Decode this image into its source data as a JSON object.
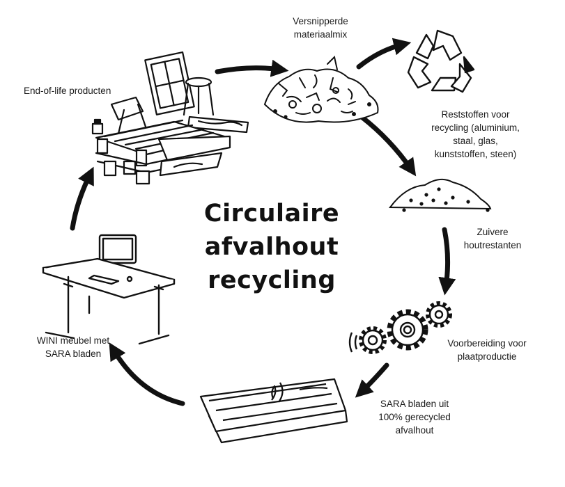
{
  "title_line1": "Circulaire",
  "title_line2": "afvalhout recycling",
  "steps": [
    {
      "name": "end-of-life",
      "label": "End-of-life producten"
    },
    {
      "name": "shredded-mix",
      "label": "Versnipperde\nmateriaalmix"
    },
    {
      "name": "residuals",
      "label": "Reststoffen voor\nrecycling (aluminium,\nstaal, glas,\nkunststoffen, steen)"
    },
    {
      "name": "pure-wood",
      "label": "Zuivere\nhoutrestanten"
    },
    {
      "name": "preparation",
      "label": "Voorbereiding voor\nplaatproductie"
    },
    {
      "name": "sara-panels",
      "label": "SARA bladen uit\n100% gerecycled\nafvalhout"
    },
    {
      "name": "wini-furniture",
      "label": "WINI meubel met\nSARA bladen"
    }
  ],
  "colors": {
    "ink": "#111111",
    "background": "#ffffff"
  },
  "icons": [
    "wood-pile-icon",
    "shredded-mix-icon",
    "recycle-icon",
    "sawdust-pile-icon",
    "gears-icon",
    "panels-icon",
    "desk-icon"
  ]
}
